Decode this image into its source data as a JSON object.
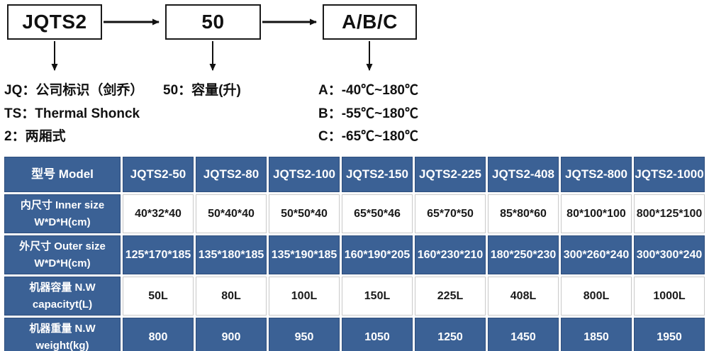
{
  "diagram": {
    "boxes": [
      {
        "label": "JQTS2"
      },
      {
        "label": "50"
      },
      {
        "label": "A/B/C"
      }
    ],
    "left_notes": [
      "JQ：公司标识（剑乔）",
      "TS：Thermal Shonck",
      "2：两厢式"
    ],
    "middle_note": "50：容量(升)",
    "right_notes": [
      "A：-40℃~180℃",
      "B：-55℃~180℃",
      "C：-65℃~180℃"
    ]
  },
  "table": {
    "model_header": "型号 Model",
    "models": [
      "JQTS2-50",
      "JQTS2-80",
      "JQTS2-100",
      "JQTS2-150",
      "JQTS2-225",
      "JQTS2-408",
      "JQTS2-800",
      "JQTS2-1000"
    ],
    "rows": [
      {
        "label_line1": "内尺寸 Inner size",
        "label_line2": "W*D*H(cm)",
        "values": [
          "40*32*40",
          "50*40*40",
          "50*50*40",
          "65*50*46",
          "65*70*50",
          "85*80*60",
          "80*100*100",
          "800*125*100"
        ]
      },
      {
        "label_line1": "外尺寸 Outer size",
        "label_line2": "W*D*H(cm)",
        "values": [
          "125*170*185",
          "135*180*185",
          "135*190*185",
          "160*190*205",
          "160*230*210",
          "180*250*230",
          "300*260*240",
          "300*300*240"
        ]
      },
      {
        "label_line1": "机器容量 N.W",
        "label_line2": "capacityt(L)",
        "values": [
          "50L",
          "80L",
          "100L",
          "150L",
          "225L",
          "408L",
          "800L",
          "1000L"
        ]
      },
      {
        "label_line1": "机器重量 N.W",
        "label_line2": "weight(kg)",
        "values": [
          "800",
          "900",
          "950",
          "1050",
          "1250",
          "1450",
          "1850",
          "1950"
        ]
      }
    ]
  },
  "colors": {
    "table_blue": "#3b6195",
    "table_blue_border": "#2d4d7c",
    "arrow_black": "#111111"
  }
}
